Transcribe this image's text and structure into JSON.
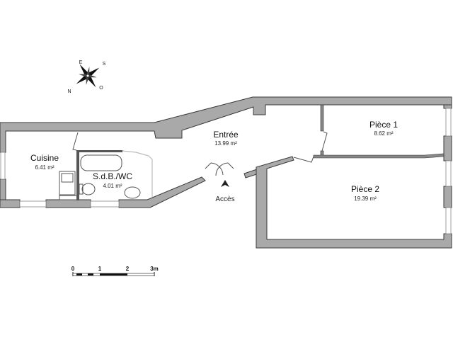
{
  "rooms": [
    {
      "name": "Cuisine",
      "area": "6.41 m²"
    },
    {
      "name": "S.d.B./WC",
      "area": "4.01 m²"
    },
    {
      "name": "Entrée",
      "area": "13.99 m²"
    },
    {
      "name": "Pièce 1",
      "area": "8.62 m²"
    },
    {
      "name": "Pièce 2",
      "area": "19.39 m²"
    }
  ],
  "access_label": "Accès",
  "compass": {
    "n": "N",
    "e": "E",
    "s": "S",
    "o": "O"
  },
  "scale_bar": {
    "labels": [
      "0",
      "1",
      "2",
      "3m"
    ]
  },
  "colors": {
    "wall": "#a9a9a9",
    "outline": "#3a3a3a"
  }
}
